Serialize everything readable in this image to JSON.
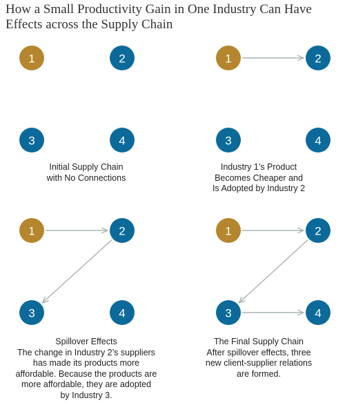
{
  "title": "How a Small Productivity Gain in One Industry Can Have Effects across the Supply Chain",
  "colors": {
    "industry_1": "#b5862e",
    "other_industries": "#0b6a9a",
    "arrow": "#a9b5ad"
  },
  "panels": [
    {
      "caption": [
        "Initial Supply Chain",
        "with No Connections"
      ],
      "nodes": [
        "1",
        "2",
        "3",
        "4"
      ],
      "edges": []
    },
    {
      "caption": [
        "Industry 1’s Product",
        "Becomes Cheaper and",
        "Is Adopted by Industry 2"
      ],
      "nodes": [
        "1",
        "2",
        "3",
        "4"
      ],
      "edges": [
        {
          "from": "1",
          "to": "2"
        }
      ]
    },
    {
      "caption": [
        "Spillover Effects",
        "The change in Industry 2’s suppliers",
        "has made its products more",
        "affordable. Because the products are",
        "more affordable, they are adopted",
        "by Industry 3."
      ],
      "nodes": [
        "1",
        "2",
        "3",
        "4"
      ],
      "edges": [
        {
          "from": "1",
          "to": "2"
        },
        {
          "from": "2",
          "to": "3"
        }
      ]
    },
    {
      "caption": [
        "The Final Supply Chain",
        "After spillover effects, three",
        "new client-supplier relations",
        "are formed."
      ],
      "nodes": [
        "1",
        "2",
        "3",
        "4"
      ],
      "edges": [
        {
          "from": "1",
          "to": "2"
        },
        {
          "from": "2",
          "to": "3"
        },
        {
          "from": "3",
          "to": "4"
        }
      ]
    }
  ]
}
